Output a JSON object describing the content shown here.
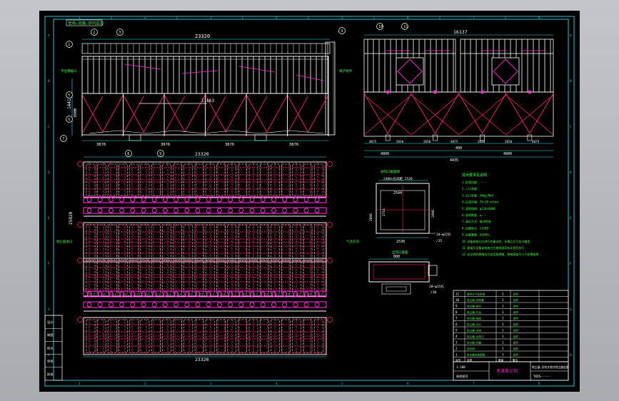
{
  "colors": {
    "border": "#2ec6d8",
    "structure": "#ffffff",
    "hatch": "#ff1f6a",
    "magenta": "#ff2bd6",
    "dim": "#2ff0ff",
    "accent": "#ffff33",
    "note": "#3cff3c",
    "background": "#000000"
  },
  "border": {
    "top_zones": [
      "1",
      "2",
      "3",
      "4",
      "5",
      "6",
      "7",
      "8"
    ],
    "side_zones": [
      "A",
      "B",
      "C",
      "D",
      "E",
      "F",
      "G",
      "H"
    ]
  },
  "header_tag": "宝鸡—河南—炉内反应",
  "elevation": {
    "length": "23320",
    "span": "11663",
    "height": "14413",
    "sub": "3900",
    "bays": [
      "3876",
      "3876",
      "3876",
      "3876"
    ],
    "side_note": "平台爆破口",
    "right_note": "梯子组件"
  },
  "callouts": [
    "1",
    "2",
    "3",
    "4",
    "5",
    "6",
    "7",
    "8",
    "9",
    "10",
    "11"
  ],
  "side_view": {
    "width": "16137",
    "columns": [
      "4800",
      "4435",
      "4800"
    ],
    "mid": "400",
    "stations": [
      "4075",
      "2650",
      "2650",
      "4075",
      "2650",
      "2650",
      "4075"
    ]
  },
  "plan": {
    "length_top": "23320",
    "length_bottom": "23320",
    "width_label": "25920",
    "arrow": "除尘器进口",
    "flag": "气流方向"
  },
  "section_a": {
    "title": "进风口截面图",
    "top": "2400×孔间距 2520",
    "inner": "2544",
    "left": "2098",
    "inner_left": "2714",
    "right": "2600",
    "bottom": "2530",
    "tag": "10—φ22孔",
    "sub": "/25"
  },
  "section_b": {
    "title": "出风口截面",
    "top": "880",
    "tag": "20—φ15孔",
    "sub": "/30"
  },
  "notes": {
    "title": "技术要求及说明：",
    "lines": [
      "1.处理风量：····",
      "2.入口浓度：",
      "3.出口浓度：30mg/Nm3",
      "4.过滤风速：70−20 m/min",
      "5.滤袋规格：φ130×6000",
      "6.滤袋数量：≤···",
      "7.清灰方式：脉冲喷吹",
      "8.设备阻力：<1200",
      "9.设备重量：约286t",
      "10.设备安装后应进行泄漏试验，合格后方可交付使用",
      "11.管道及设备安装施工应按照国家有关规范执行",
      "12.未注明的焊缝均为连续角焊缝，焊脚高度不小于较薄板厚"
    ]
  },
  "bom": {
    "rows": [
      [
        "11",
        "脉冲分气包系统",
        "1",
        "组件"
      ],
      [
        "10",
        "除尘器—进风管",
        "1",
        "组件"
      ],
      [
        "9",
        "除尘器—梯子",
        "1",
        "组件"
      ],
      [
        "8",
        "除尘器—平台",
        "1",
        "组件"
      ],
      [
        "7",
        "除尘器—箱体",
        "1",
        "组件"
      ],
      [
        "6",
        "除尘器—灰斗",
        "1",
        "组件"
      ],
      [
        "5",
        "除尘器—支架",
        "1",
        "组件"
      ],
      [
        "4",
        "除尘器—出风口",
        "1",
        "组件"
      ],
      [
        "3",
        "除尘器—顶盖",
        "1",
        "组件"
      ],
      [
        "2",
        "卸灰阀",
        "1",
        "组件"
      ],
      [
        "1",
        "除尘器总装配图",
        "1",
        "组件"
      ]
    ],
    "header": [
      "序号",
      "名称",
      "数量",
      "备注"
    ],
    "scale": "1:100"
  },
  "title_block": {
    "company": "天津某公司",
    "title": "除尘器—反吹式袋式除尘器总图",
    "number": "TKDS—··—··",
    "left_rows": [
      "设计",
      "制图",
      "校对",
      "审核",
      "批准"
    ],
    "stamp": "原底图号"
  }
}
